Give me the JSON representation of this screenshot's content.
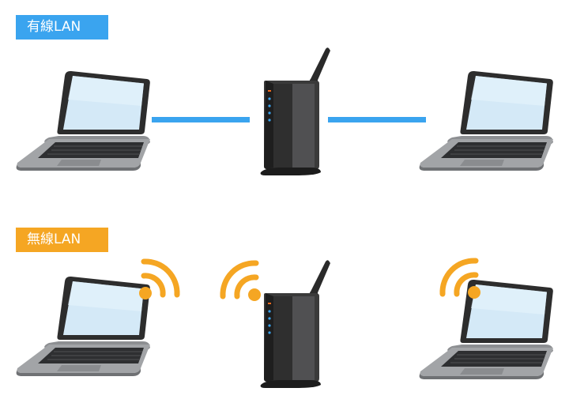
{
  "sections": {
    "wired": {
      "title": "有線LAN",
      "color": "#3aa4ef"
    },
    "wireless": {
      "title": "無線LAN",
      "color": "#f5a623"
    }
  },
  "colors": {
    "cable": "#3aa4ef",
    "wifi": "#f5a623",
    "router_body": "#3a3a3a",
    "led_blue": "#3aa4ef",
    "led_orange": "#f26b1d",
    "screen": "#cfe6f5"
  },
  "icons": [
    "laptop-icon",
    "router-icon",
    "wifi-signal-icon",
    "cable-line"
  ]
}
